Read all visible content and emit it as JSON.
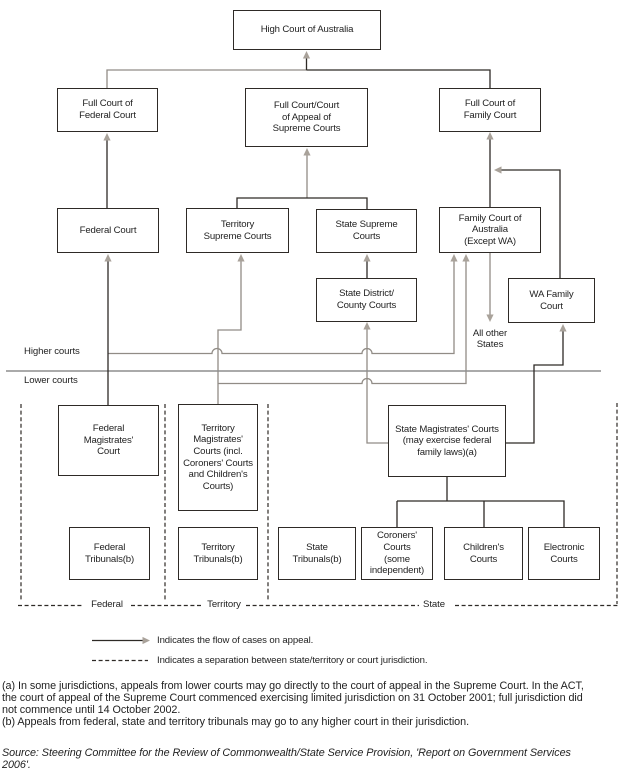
{
  "boxes": {
    "high_court": "High Court of Australia",
    "full_federal": "Full Court of\nFederal Court",
    "full_supreme": "Full Court/Court\nof Appeal of\nSupreme Courts",
    "full_family": "Full Court of\nFamily Court",
    "federal_court": "Federal Court",
    "territory_supreme": "Territory\nSupreme Courts",
    "state_supreme": "State Supreme\nCourts",
    "family_court": "Family Court of\nAustralia\n(Except WA)",
    "state_district": "State District/\nCounty Courts",
    "wa_family": "WA Family\nCourt",
    "federal_magistrates": "Federal\nMagistrates'\nCourt",
    "territory_magistrates": "Territory\nMagistrates'\nCourts (incl.\nCoroners' Courts\nand Children's\nCourts)",
    "state_magistrates": "State Magistrates' Courts\n(may exercise federal\nfamily laws)(a)",
    "federal_tribunals": "Federal\nTribunals(b)",
    "territory_tribunals": "Territory\nTribunals(b)",
    "state_tribunals": "State\nTribunals(b)",
    "coroners_courts": "Coroners'\nCourts\n(some\nindependent)",
    "childrens_courts": "Children's\nCourts",
    "electronic_courts": "Electronic\nCourts"
  },
  "labels": {
    "higher_courts": "Higher courts",
    "lower_courts": "Lower courts",
    "all_other_states": "All other\nStates",
    "federal": "Federal",
    "territory": "Territory",
    "state": "State"
  },
  "legend": {
    "flow": "Indicates the flow of cases on appeal.",
    "separation": "Indicates a separation between state/territory or court jurisdiction."
  },
  "footnotes": {
    "a": "(a) In some jurisdictions, appeals from lower courts may go directly to the court of appeal in the Supreme Court. In the ACT,\nthe court of appeal of the Supreme Court commenced exercising limited jurisdiction on 31 October 2001; full jurisdiction did\nnot commence until 14 October 2002.",
    "b": "(b) Appeals from federal, state and territory tribunals may go to any higher court in their jurisdiction."
  },
  "source": "Source: Steering Committee for the Review of Commonwealth/State Service Provision, 'Report on Government Services\n2006'.",
  "colors": {
    "line_dark": "#2e2a26",
    "line_gray": "#918c86",
    "separator": "#8d8d8d",
    "arrowhead": "#a9a29a",
    "text": "#1f1f1f",
    "background": "#ffffff"
  }
}
